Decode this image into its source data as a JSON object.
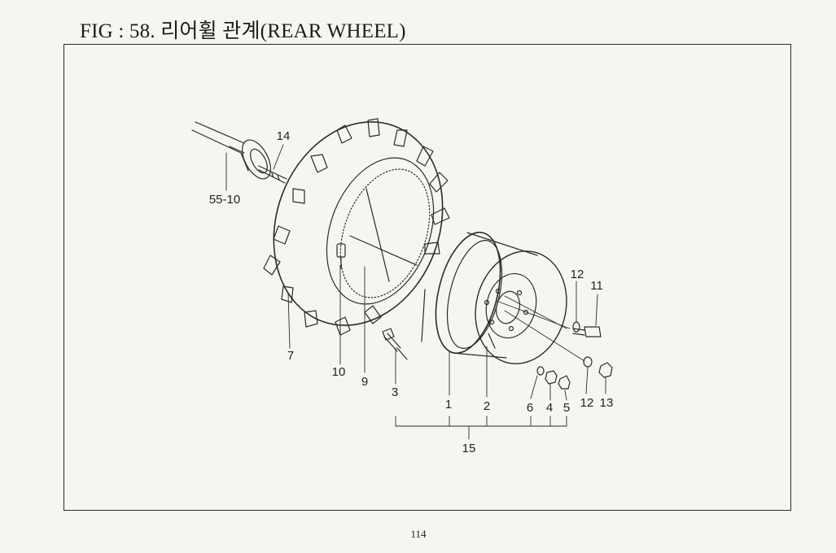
{
  "figure": {
    "title": "FIG : 58. 리어휠 관계(REAR WHEEL)"
  },
  "callouts": {
    "c14": "14",
    "c55_10": "55-10",
    "c7": "7",
    "c10": "10",
    "c9": "9",
    "c3": "3",
    "c1": "1",
    "c2": "2",
    "c6": "6",
    "c4": "4",
    "c5": "5",
    "c12a": "12",
    "c11": "11",
    "c12b": "12",
    "c13": "13",
    "c15": "15"
  },
  "page": {
    "number": "114"
  }
}
